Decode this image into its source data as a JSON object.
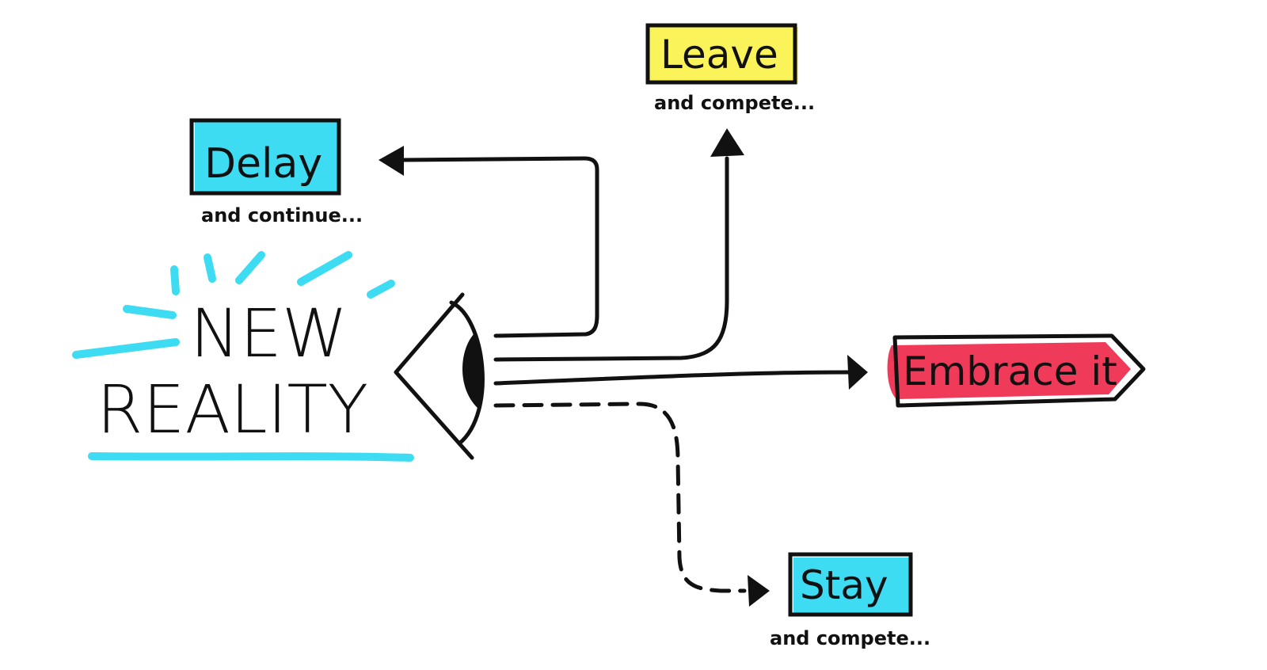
{
  "center": {
    "line1": "NEW",
    "line2": "REALITY"
  },
  "options": {
    "delay": {
      "label": "Delay",
      "sub": "and continue...",
      "color": "#3ddcf2"
    },
    "leave": {
      "label": "Leave",
      "sub": "and compete...",
      "color": "#fbf35a"
    },
    "embrace": {
      "label": "Embrace it",
      "color": "#f03a5a"
    },
    "stay": {
      "label": "Stay",
      "sub": "and compete...",
      "color": "#3ddcf2"
    }
  },
  "colors": {
    "accent": "#3ddcf2",
    "ink": "#111111",
    "background": "#ffffff"
  },
  "icons": [
    "eye-icon",
    "sparkle-lines"
  ]
}
